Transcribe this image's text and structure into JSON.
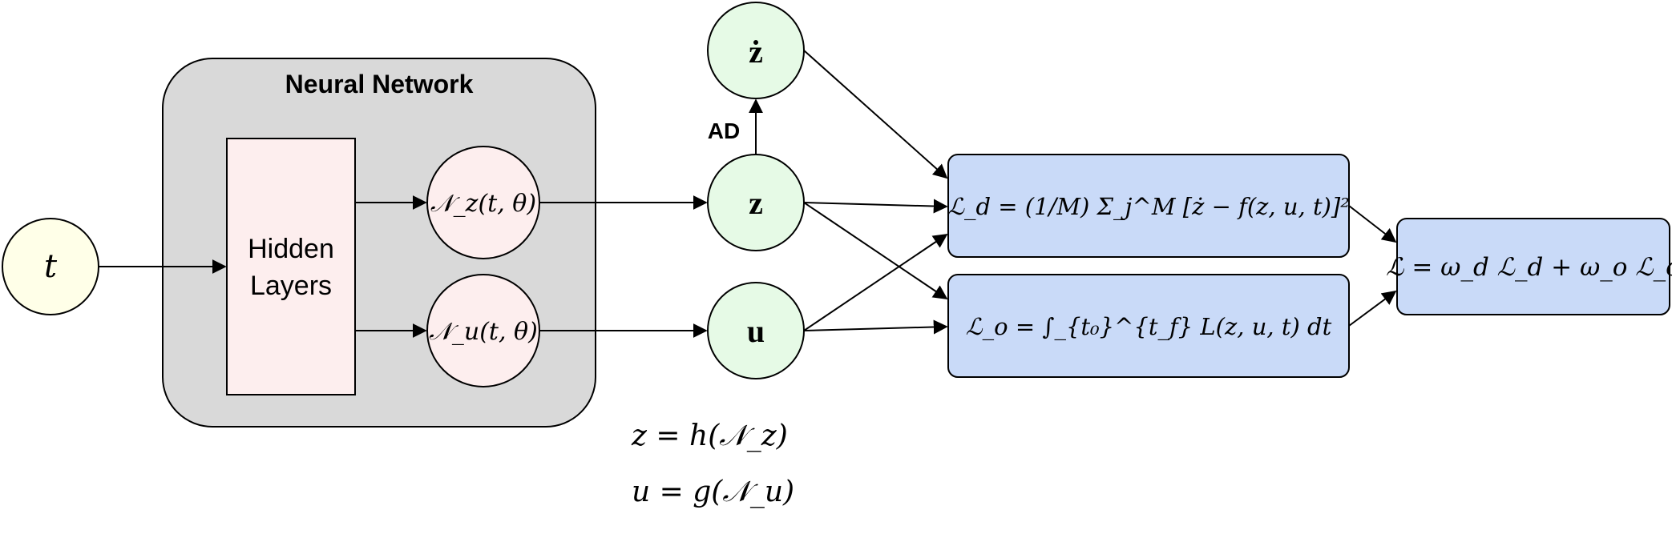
{
  "neural_network": {
    "title": "Neural Network",
    "hidden_layers": [
      "Hidden",
      "Layers"
    ],
    "out_z": "𝒩_z(t, θ)",
    "out_u": "𝒩_u(t, θ)"
  },
  "nodes": {
    "t": "t",
    "z": "z",
    "u": "u",
    "zdot": "ż"
  },
  "ad_label": "AD",
  "losses": {
    "ld": "ℒ_d = (1/M) Σ_j^M [ż − f(z, u, t)]²",
    "lo": "ℒ_o = ∫_{t₀}^{t_f} L(z, u, t) dt",
    "total": "ℒ = ω_d ℒ_d + ω_o ℒ_o"
  },
  "definitions": {
    "z_def": "z = h(𝒩_z)",
    "u_def": "u = g(𝒩_u)"
  },
  "colors": {
    "t_fill": "#ffffe8",
    "net_fill": "#d9d9d9",
    "hidden_fill": "#fdeeee",
    "nz_fill": "#fdeeee",
    "state_fill": "#e6fae6",
    "loss_fill": "#c9daf8"
  }
}
